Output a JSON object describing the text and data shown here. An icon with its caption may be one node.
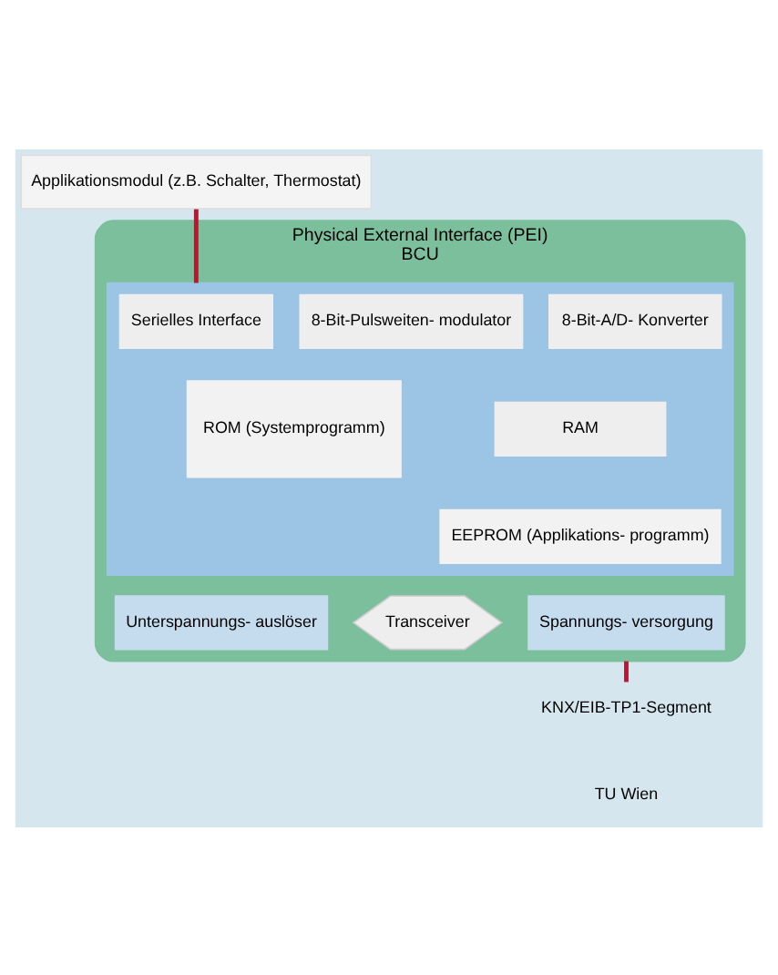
{
  "diagram": {
    "nodes": [
      {
        "text": [
          "Applikationsmodul (z.B. Schalter, Thermostat)"
        ]
      },
      {
        "text": [
          "Physical External Interface (PEI)",
          "BCU"
        ]
      },
      {
        "text": [],
        "shape": "box",
        "in": 1
      },
      {
        "text": [
          "Serielles Interface"
        ],
        "in": 2
      },
      {
        "text": [
          "8-Bit-Pulsweiten- modulator"
        ],
        "in": 2
      },
      {
        "text": [
          "8-Bit-A/D- Konverter"
        ],
        "in": 2
      },
      {
        "text": [
          "ROM (Systemprogramm)"
        ],
        "in": 2
      },
      {
        "text": [
          "RAM"
        ],
        "in": 2
      },
      {
        "text": [
          "EEPROM (Applikations- programm)"
        ],
        "in": 2
      },
      {
        "text": [
          "Unterspannungs- auslöser"
        ],
        "in": 1
      },
      {
        "text": [
          "Transceiver"
        ],
        "in": 1
      },
      {
        "text": [
          "Spannungs- versorgung"
        ],
        "in": 1
      },
      {
        "text": [
          "KNX/EIB-TP1-Segment"
        ]
      }
    ],
    "edges": [
      {
        "from": 0,
        "to": 2,
        "arrow": "none"
      },
      {
        "from": 1,
        "to": 12,
        "arrow": "none"
      }
    ],
    "labels": [
      "TU Wien"
    ]
  }
}
